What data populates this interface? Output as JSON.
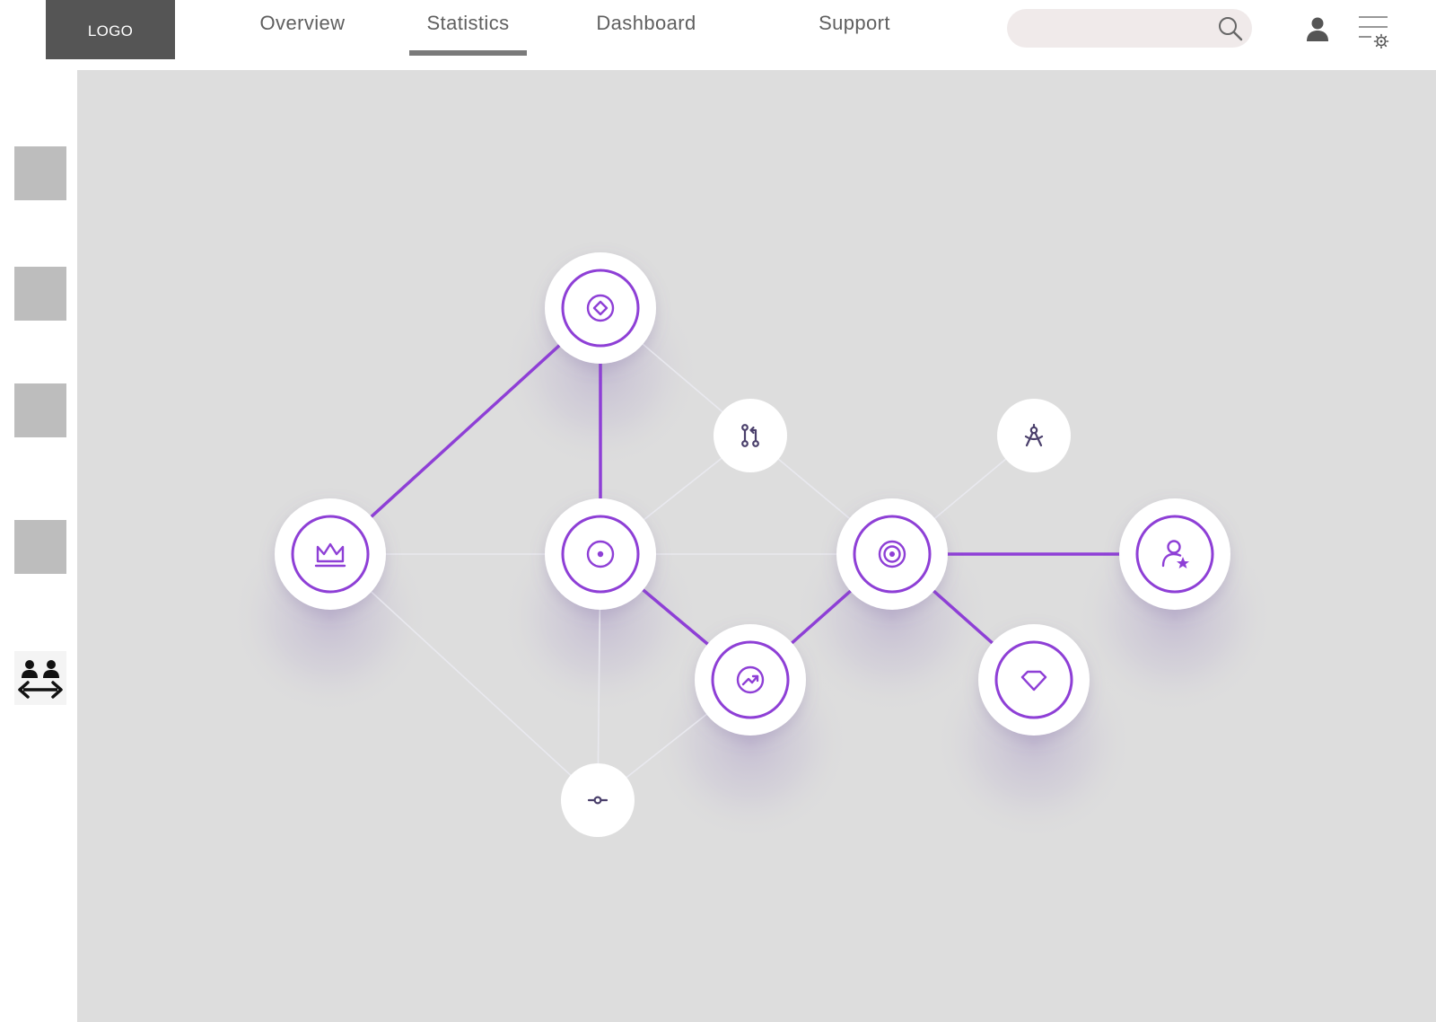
{
  "header": {
    "logo_text": "LOGO",
    "tabs": [
      {
        "label": "Overview",
        "active": false
      },
      {
        "label": "Statistics",
        "active": true
      },
      {
        "label": "Dashboard",
        "active": false
      },
      {
        "label": "Support",
        "active": false
      }
    ],
    "search": {
      "placeholder": "",
      "value": ""
    },
    "icons": [
      "search-icon",
      "user-icon",
      "menu-settings-icon"
    ]
  },
  "sidebar": {
    "items": [
      {
        "name": "sidebar-item-1"
      },
      {
        "name": "sidebar-item-2"
      },
      {
        "name": "sidebar-item-3"
      },
      {
        "name": "sidebar-item-4"
      },
      {
        "name": "sidebar-item-people-swap",
        "icon": "people-exchange-icon"
      }
    ]
  },
  "graph": {
    "colors": {
      "accent": "#8e3fd6",
      "faint_line": "#e9e9ef",
      "small_icon": "#4a3f6b",
      "node_fill": "#ffffff",
      "canvas": "#dddddd"
    },
    "nodes": [
      {
        "id": "top",
        "type": "large",
        "icon": "diamond-target-icon"
      },
      {
        "id": "crown",
        "type": "large",
        "icon": "crown-icon"
      },
      {
        "id": "center",
        "type": "large",
        "icon": "dot-circle-icon"
      },
      {
        "id": "pull",
        "type": "small",
        "icon": "git-pull-request-icon"
      },
      {
        "id": "target",
        "type": "large",
        "icon": "target-icon"
      },
      {
        "id": "compass",
        "type": "small",
        "icon": "compass-icon"
      },
      {
        "id": "user-star",
        "type": "large",
        "icon": "user-star-icon"
      },
      {
        "id": "trend",
        "type": "large",
        "icon": "trending-up-icon"
      },
      {
        "id": "gem",
        "type": "large",
        "icon": "gem-icon"
      },
      {
        "id": "commit",
        "type": "small",
        "icon": "git-commit-icon"
      }
    ],
    "edges": [
      {
        "from": "top",
        "to": "crown",
        "style": "accent"
      },
      {
        "from": "top",
        "to": "center",
        "style": "accent"
      },
      {
        "from": "center",
        "to": "trend",
        "style": "accent"
      },
      {
        "from": "trend",
        "to": "target",
        "style": "accent"
      },
      {
        "from": "target",
        "to": "gem",
        "style": "accent"
      },
      {
        "from": "target",
        "to": "user-star",
        "style": "accent"
      },
      {
        "from": "top",
        "to": "pull",
        "style": "faint"
      },
      {
        "from": "pull",
        "to": "center",
        "style": "faint"
      },
      {
        "from": "pull",
        "to": "target",
        "style": "faint"
      },
      {
        "from": "compass",
        "to": "target",
        "style": "faint"
      },
      {
        "from": "crown",
        "to": "center",
        "style": "faint"
      },
      {
        "from": "center",
        "to": "target",
        "style": "faint"
      },
      {
        "from": "crown",
        "to": "commit",
        "style": "faint"
      },
      {
        "from": "center",
        "to": "commit",
        "style": "faint"
      },
      {
        "from": "trend",
        "to": "commit",
        "style": "faint"
      }
    ]
  }
}
